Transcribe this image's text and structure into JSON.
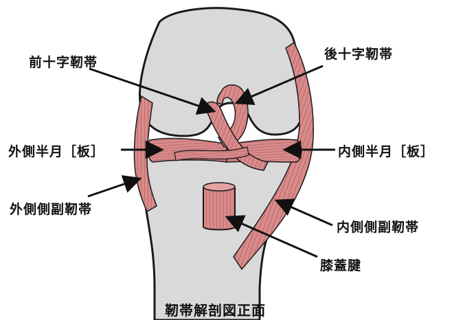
{
  "diagram": {
    "caption": "靭帯解剖図正面",
    "labels": {
      "acl": "前十字靭帯",
      "pcl": "後十字靭帯",
      "lateral_meniscus": "外側半月［板］",
      "medial_meniscus": "内側半月［板］",
      "lcl": "外側側副靭帯",
      "mcl": "内側側副靭帯",
      "patellar_tendon": "膝蓋腱"
    },
    "colors": {
      "bone_fill": "#d9d9d9",
      "bone_outline": "#1a1a1a",
      "ligament_fill": "#d98a8a",
      "ligament_stripe": "#a85a5a",
      "arrow": "#111111"
    }
  }
}
